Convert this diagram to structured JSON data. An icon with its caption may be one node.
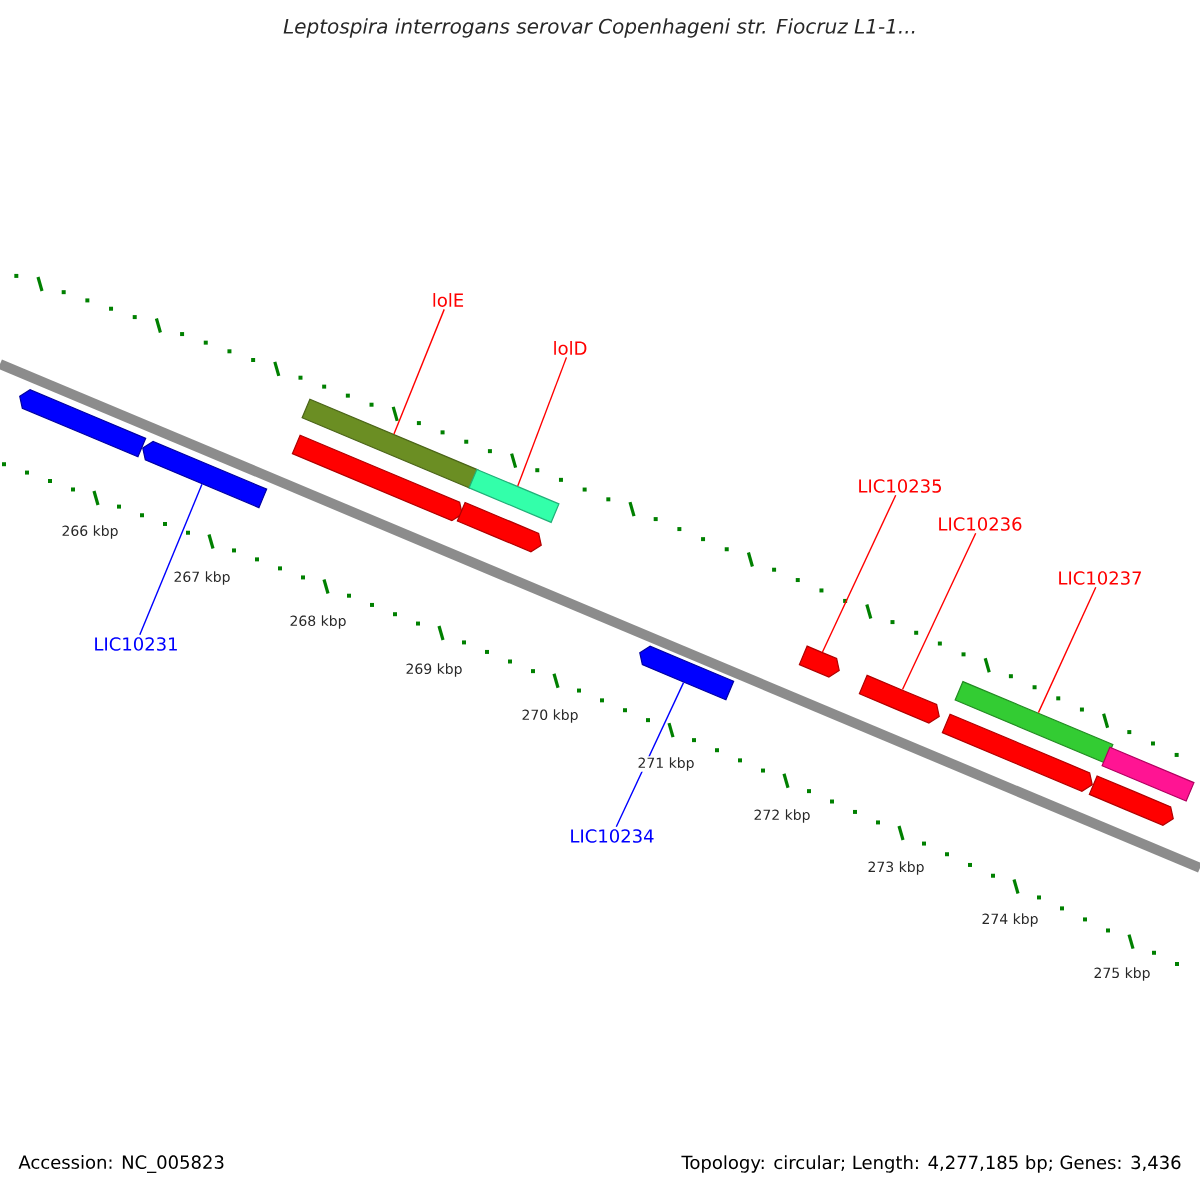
{
  "diagram": {
    "title": "Leptospira interrogans serovar Copenhageni str. Fiocruz L1-1...",
    "nodes": [
      {
        "text": [
          "lolE"
        ]
      },
      {
        "text": [
          "lolD"
        ]
      },
      {
        "text": [
          "LIC10235"
        ]
      },
      {
        "text": [
          "LIC10236"
        ]
      },
      {
        "text": [
          "LIC10237"
        ]
      },
      {
        "text": [
          "LIC10231"
        ]
      },
      {
        "text": [
          "LIC10234"
        ]
      },
      {
        "text": [],
        "shape": "bar"
      },
      {
        "text": [],
        "shape": "bar"
      },
      {
        "text": [],
        "shape": "bar"
      },
      {
        "text": [],
        "shape": "bar"
      },
      {
        "text": [],
        "shape": "bar"
      },
      {
        "text": [],
        "shape": "bar"
      },
      {
        "text": [],
        "shape": "bar"
      },
      {
        "text": [],
        "shape": "bar"
      },
      {
        "text": [],
        "shape": "bar"
      },
      {
        "text": [],
        "shape": "bar"
      },
      {
        "text": [],
        "shape": "bar"
      },
      {
        "text": [],
        "shape": "bar"
      },
      {
        "text": [],
        "shape": "bar"
      }
    ],
    "edges": [
      {
        "from": 0,
        "to": 10,
        "arrow": "none"
      },
      {
        "from": 1,
        "to": 12,
        "arrow": "none"
      },
      {
        "from": 2,
        "to": 14,
        "arrow": "none"
      },
      {
        "from": 3,
        "to": 15,
        "arrow": "none"
      },
      {
        "from": 4,
        "to": 17,
        "arrow": "none"
      },
      {
        "from": 5,
        "to": 8,
        "arrow": "none",
        "color": "#0000ff"
      },
      {
        "from": 6,
        "to": 13,
        "arrow": "none",
        "color": "#0000ff"
      }
    ],
    "labels": [
      "266 kbp",
      "267 kbp",
      "268 kbp",
      "269 kbp",
      "270 kbp",
      "271 kbp",
      "272 kbp",
      "273 kbp",
      "274 kbp",
      "275 kbp",
      "Accession: NC_005823",
      "Topology: circular; Length: 4,277,185 bp; Genes: 3,436"
    ]
  }
}
